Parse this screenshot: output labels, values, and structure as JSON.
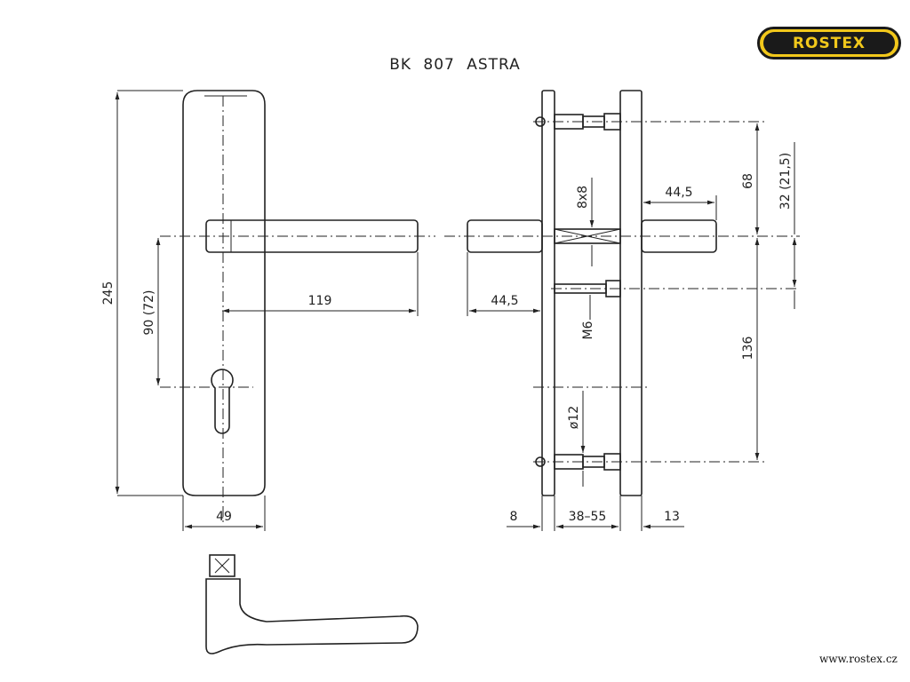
{
  "title": "BK  807  ASTRA",
  "brand": {
    "name": "ROSTEX",
    "website": "www.rostex.cz",
    "colors": {
      "yellow": "#f2c81b",
      "black": "#1a1a1a"
    }
  },
  "dimensions": {
    "overall_height": "245",
    "cylinder_spacing": "90 (72)",
    "lever_length": "119",
    "plate_width": "49",
    "lever_spindle_left": "44,5",
    "lever_spindle_right": "44,5",
    "spindle_square": "8x8",
    "screw_thread": "M6",
    "bolt_diameter": "ø12",
    "upper_bolt_spacing": "68",
    "cylinder_offset": "32 (21,5)",
    "lower_bolt_spacing": "136",
    "outer_plate_thickness": "8",
    "door_thickness": "38–55",
    "inner_plate_thickness": "13"
  }
}
